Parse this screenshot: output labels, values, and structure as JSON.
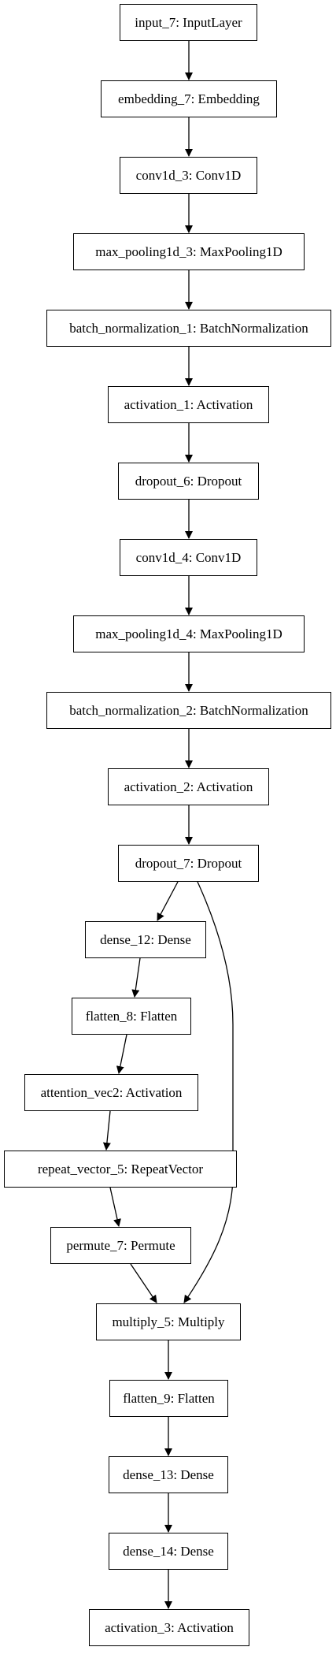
{
  "diagram": {
    "nodes": [
      {
        "id": "input_7",
        "label": "input_7: InputLayer"
      },
      {
        "id": "embedding_7",
        "label": "embedding_7: Embedding"
      },
      {
        "id": "conv1d_3",
        "label": "conv1d_3: Conv1D"
      },
      {
        "id": "max_pooling1d_3",
        "label": "max_pooling1d_3: MaxPooling1D"
      },
      {
        "id": "batch_normalization_1",
        "label": "batch_normalization_1: BatchNormalization"
      },
      {
        "id": "activation_1",
        "label": "activation_1: Activation"
      },
      {
        "id": "dropout_6",
        "label": "dropout_6: Dropout"
      },
      {
        "id": "conv1d_4",
        "label": "conv1d_4: Conv1D"
      },
      {
        "id": "max_pooling1d_4",
        "label": "max_pooling1d_4: MaxPooling1D"
      },
      {
        "id": "batch_normalization_2",
        "label": "batch_normalization_2: BatchNormalization"
      },
      {
        "id": "activation_2",
        "label": "activation_2: Activation"
      },
      {
        "id": "dropout_7",
        "label": "dropout_7: Dropout"
      },
      {
        "id": "dense_12",
        "label": "dense_12: Dense"
      },
      {
        "id": "flatten_8",
        "label": "flatten_8: Flatten"
      },
      {
        "id": "attention_vec2",
        "label": "attention_vec2: Activation"
      },
      {
        "id": "repeat_vector_5",
        "label": "repeat_vector_5: RepeatVector"
      },
      {
        "id": "permute_7",
        "label": "permute_7: Permute"
      },
      {
        "id": "multiply_5",
        "label": "multiply_5: Multiply"
      },
      {
        "id": "flatten_9",
        "label": "flatten_9: Flatten"
      },
      {
        "id": "dense_13",
        "label": "dense_13: Dense"
      },
      {
        "id": "dense_14",
        "label": "dense_14: Dense"
      },
      {
        "id": "activation_3",
        "label": "activation_3: Activation"
      }
    ],
    "edges": [
      {
        "from": "input_7",
        "to": "embedding_7"
      },
      {
        "from": "embedding_7",
        "to": "conv1d_3"
      },
      {
        "from": "conv1d_3",
        "to": "max_pooling1d_3"
      },
      {
        "from": "max_pooling1d_3",
        "to": "batch_normalization_1"
      },
      {
        "from": "batch_normalization_1",
        "to": "activation_1"
      },
      {
        "from": "activation_1",
        "to": "dropout_6"
      },
      {
        "from": "dropout_6",
        "to": "conv1d_4"
      },
      {
        "from": "conv1d_4",
        "to": "max_pooling1d_4"
      },
      {
        "from": "max_pooling1d_4",
        "to": "batch_normalization_2"
      },
      {
        "from": "batch_normalization_2",
        "to": "activation_2"
      },
      {
        "from": "activation_2",
        "to": "dropout_7"
      },
      {
        "from": "dropout_7",
        "to": "dense_12"
      },
      {
        "from": "dense_12",
        "to": "flatten_8"
      },
      {
        "from": "flatten_8",
        "to": "attention_vec2"
      },
      {
        "from": "attention_vec2",
        "to": "repeat_vector_5"
      },
      {
        "from": "repeat_vector_5",
        "to": "permute_7"
      },
      {
        "from": "permute_7",
        "to": "multiply_5"
      },
      {
        "from": "dropout_7",
        "to": "multiply_5"
      },
      {
        "from": "multiply_5",
        "to": "flatten_9"
      },
      {
        "from": "flatten_9",
        "to": "dense_13"
      },
      {
        "from": "dense_13",
        "to": "dense_14"
      },
      {
        "from": "dense_14",
        "to": "activation_3"
      }
    ]
  }
}
